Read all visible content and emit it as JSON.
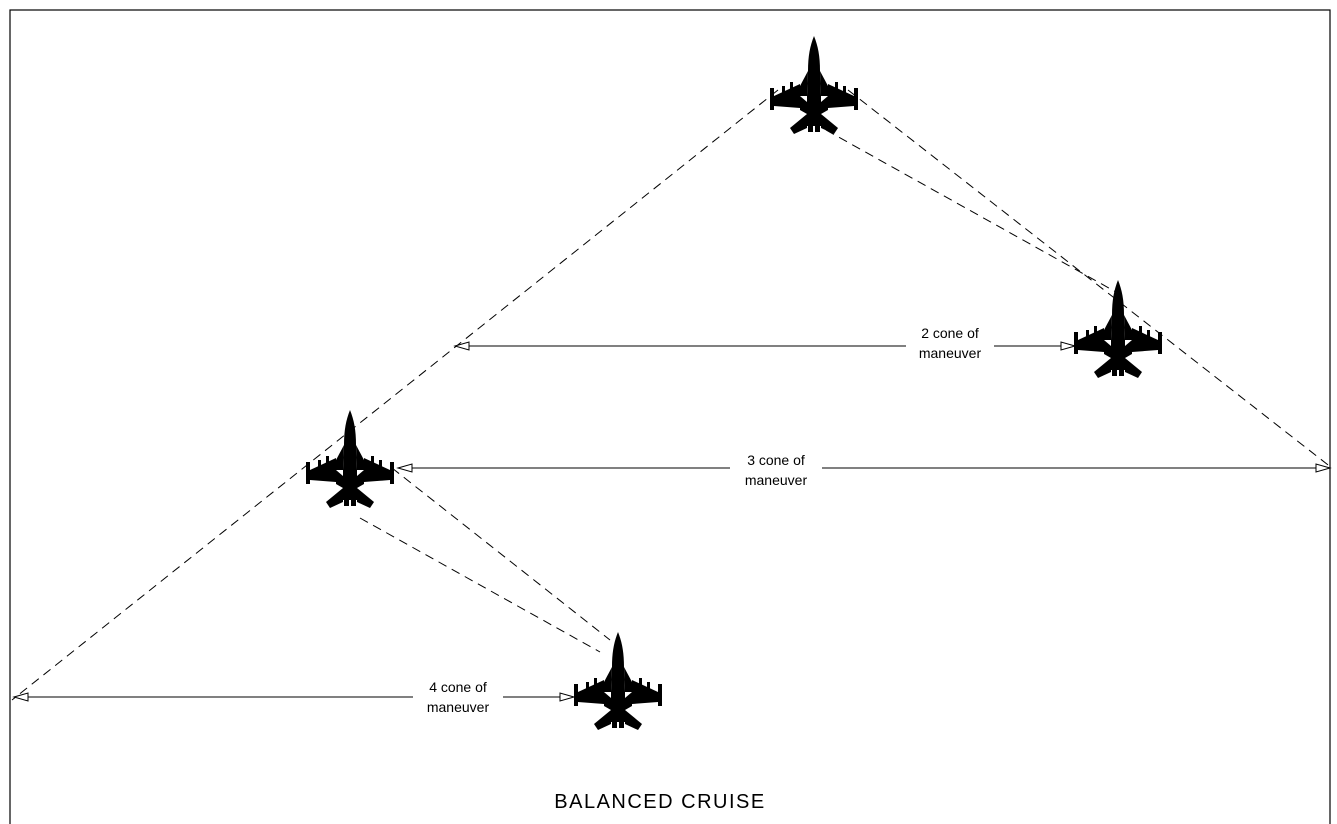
{
  "caption": "BALANCED CRUISE",
  "labels": {
    "l2": [
      "2 cone of",
      "maneuver"
    ],
    "l3": [
      "3 cone of",
      "maneuver"
    ],
    "l4": [
      "4 cone of",
      "maneuver"
    ]
  },
  "aircraft": [
    {
      "name": "lead-aircraft",
      "position": "1"
    },
    {
      "name": "aircraft-2",
      "position": "2"
    },
    {
      "name": "aircraft-3",
      "position": "3"
    },
    {
      "name": "aircraft-4",
      "position": "4"
    }
  ],
  "colors": {
    "line": "#000000",
    "background": "#ffffff"
  },
  "icons": {
    "aircraft": "fighter-jet-top-view-icon",
    "arrow": "arrowhead-icon"
  }
}
